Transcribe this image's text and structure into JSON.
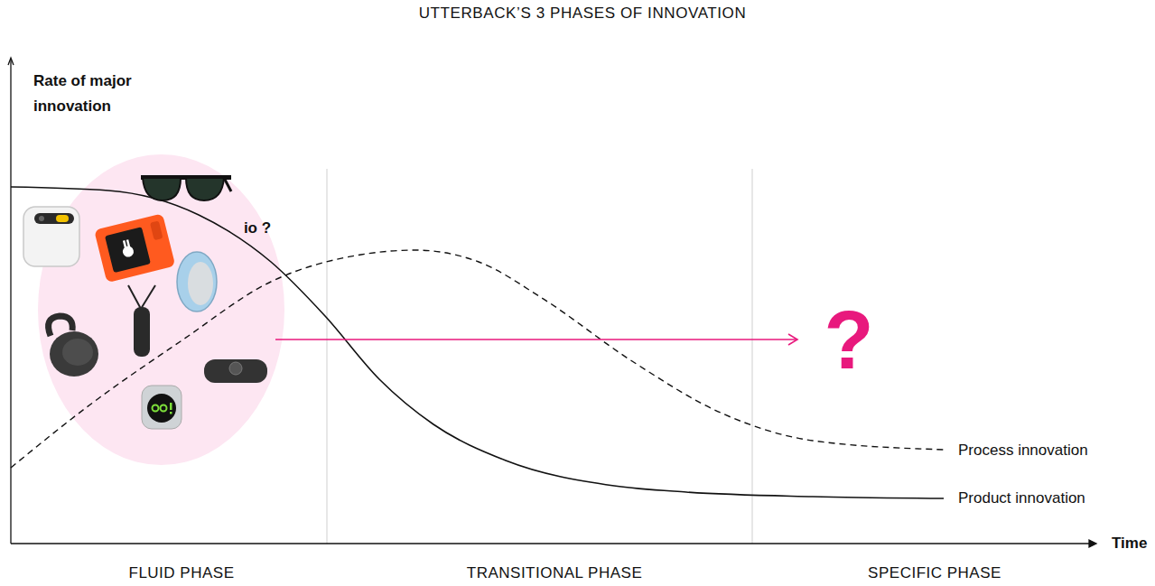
{
  "diagram": {
    "title": "UTTERBACK’S 3 PHASES OF INNOVATION",
    "nodes": [
      {
        "text": [
          "io ?"
        ]
      }
    ],
    "labels": [
      "Rate of major innovation",
      "?",
      "Process innovation",
      "Product innovation",
      "Time",
      "FLUID PHASE",
      "TRANSITIONAL PHASE",
      "SPECIFIC PHASE"
    ]
  }
}
